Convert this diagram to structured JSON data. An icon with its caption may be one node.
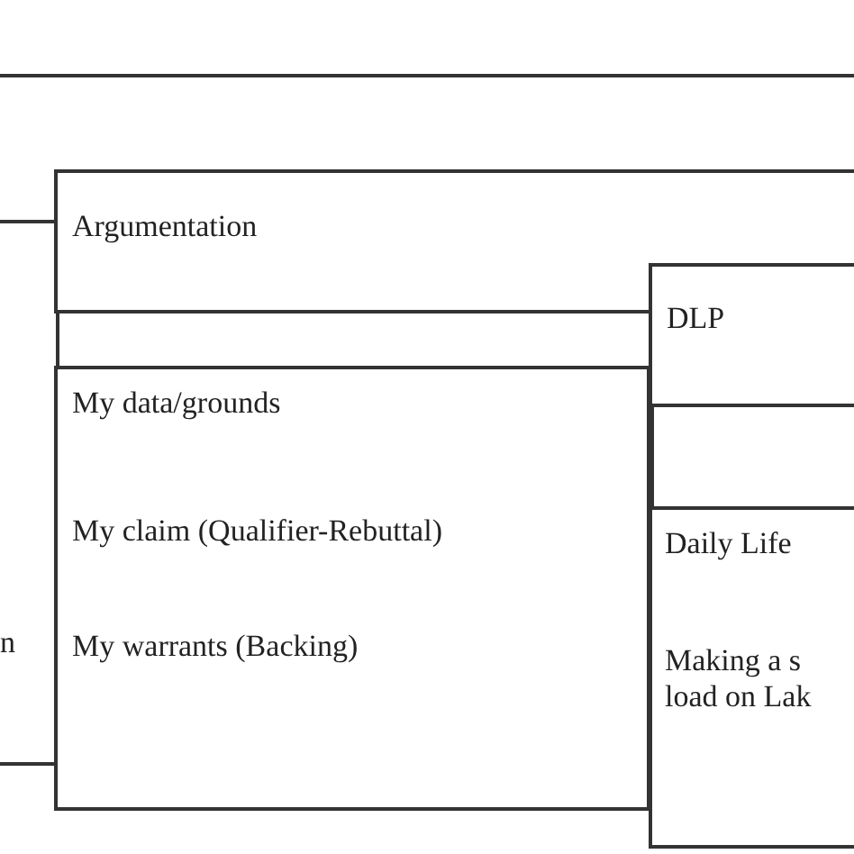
{
  "diagram": {
    "nodes": [
      {
        "text": [
          "Argumentation"
        ]
      },
      {
        "text": [
          "DLP"
        ]
      },
      {
        "text": [
          "My data/grounds",
          "My claim (Qualifier-Rebuttal)",
          "My warrants (Backing)"
        ]
      },
      {
        "text": [
          "Daily Life",
          "Making a s load on Lak"
        ]
      }
    ],
    "edges": [
      {
        "from": null,
        "to": 0,
        "arrow": "none"
      },
      {
        "from": null,
        "to": 2,
        "arrow": "none"
      },
      {
        "from": 0,
        "to": 2,
        "arrow": "none"
      },
      {
        "from": 1,
        "to": 3,
        "arrow": "none"
      }
    ],
    "labels": [
      "n"
    ]
  }
}
